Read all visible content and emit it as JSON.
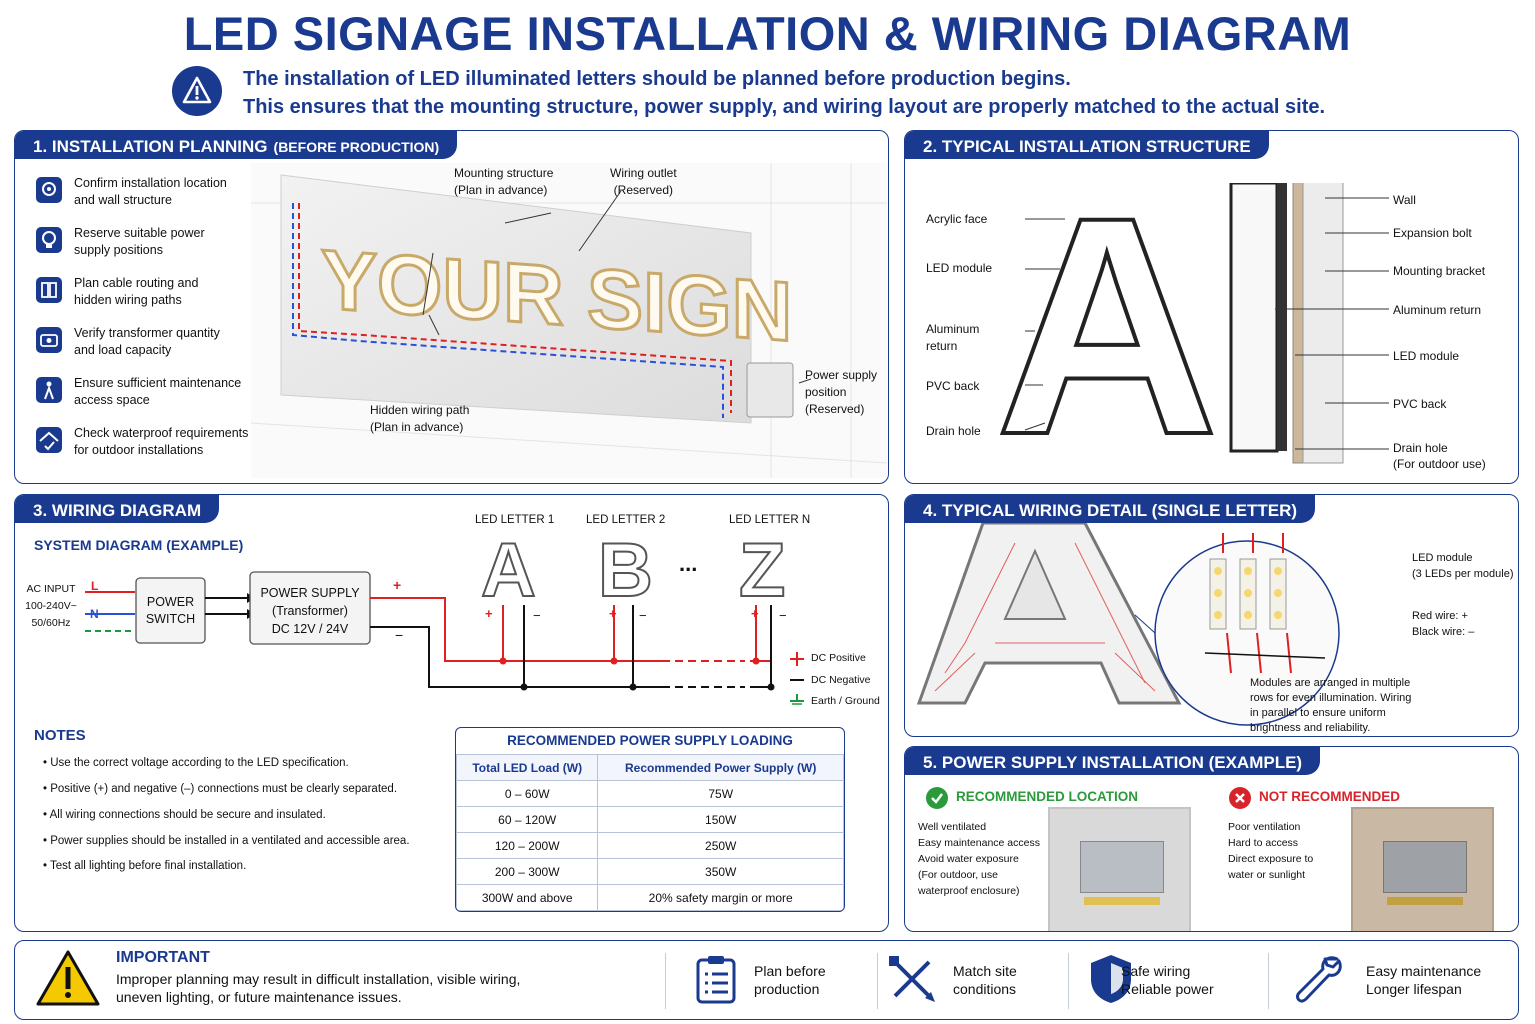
{
  "title": "LED SIGNAGE INSTALLATION & WIRING DIAGRAM",
  "intro": {
    "line1": "The installation of LED illuminated letters should be planned before production begins.",
    "line2": "This ensures that the mounting structure, power supply, and wiring layout are properly matched to the actual site.",
    "icon": "warning-icon"
  },
  "section1": {
    "title": "1. INSTALLATION PLANNING",
    "subtitle": "(BEFORE PRODUCTION)",
    "items": [
      {
        "line1": "Confirm installation location",
        "line2": "and wall structure",
        "icon": "location-icon"
      },
      {
        "line1": "Reserve suitable power",
        "line2": "supply positions",
        "icon": "bulb-icon"
      },
      {
        "line1": "Plan cable routing and",
        "line2": "hidden wiring paths",
        "icon": "cable-icon"
      },
      {
        "line1": "Verify transformer quantity",
        "line2": "and load capacity",
        "icon": "transformer-icon"
      },
      {
        "line1": "Ensure sufficient maintenance",
        "line2": "access space",
        "icon": "person-icon"
      },
      {
        "line1": "Check waterproof requirements",
        "line2": "for outdoor installations",
        "icon": "waterproof-icon"
      }
    ],
    "sign_text": "YOUR SIGN",
    "labels": {
      "mounting": [
        "Mounting structure",
        "(Plan in advance)"
      ],
      "outlet": [
        "Wiring outlet",
        "(Reserved)"
      ],
      "hidden": [
        "Hidden wiring path",
        "(Plan in advance)"
      ],
      "power": [
        "Power supply",
        "position",
        "(Reserved)"
      ]
    }
  },
  "section2": {
    "title": "2. TYPICAL INSTALLATION STRUCTURE",
    "letter": "A",
    "left_labels": [
      "Acrylic face",
      "LED module",
      "Aluminum",
      "return",
      "PVC back",
      "Drain hole"
    ],
    "right_labels": [
      "Wall",
      "Expansion bolt",
      "Mounting bracket",
      "Aluminum return",
      "LED module",
      "PVC back",
      "Drain hole",
      "(For outdoor use)"
    ]
  },
  "section3": {
    "title": "3. WIRING DIAGRAM",
    "subtitle": "SYSTEM DIAGRAM (EXAMPLE)",
    "ac_input": [
      "AC INPUT",
      "100-240V~",
      "50/60Hz"
    ],
    "lines": {
      "l": "L",
      "n": "N"
    },
    "power_switch": [
      "POWER",
      "SWITCH"
    ],
    "power_supply": [
      "POWER SUPPLY",
      "(Transformer)",
      "DC 12V / 24V"
    ],
    "letters": [
      {
        "label": "LED LETTER 1",
        "char": "A"
      },
      {
        "label": "LED LETTER 2",
        "char": "B"
      },
      {
        "label": "LED LETTER N",
        "char": "Z"
      }
    ],
    "ellipsis": "...",
    "plus": "+",
    "minus": "−",
    "legend": [
      "DC Positive",
      "DC Negative",
      "Earth / Ground"
    ],
    "notes_title": "NOTES",
    "notes": [
      "Use the correct voltage according to the LED specification.",
      "Positive (+) and negative (–) connections must be clearly separated.",
      "All wiring connections should be secure and insulated.",
      "Power supplies should be installed in a ventilated and accessible area.",
      "Test all lighting before final installation."
    ],
    "table": {
      "title": "RECOMMENDED POWER SUPPLY LOADING",
      "headers": [
        "Total LED Load (W)",
        "Recommended Power Supply (W)"
      ],
      "rows": [
        [
          "0 – 60W",
          "75W"
        ],
        [
          "60 – 120W",
          "150W"
        ],
        [
          "120 – 200W",
          "250W"
        ],
        [
          "200 – 300W",
          "350W"
        ],
        [
          "300W and above",
          "20% safety margin or more"
        ]
      ]
    }
  },
  "section4": {
    "title": "4. TYPICAL WIRING DETAIL (SINGLE LETTER)",
    "letter": "A",
    "module_label": [
      "LED module",
      "(3 LEDs per module)"
    ],
    "wire_labels": [
      "Red wire: +",
      "Black wire: –"
    ],
    "description": [
      "Modules are arranged in multiple",
      "rows for even illumination. Wiring",
      "in parallel to ensure uniform",
      "brightness and reliability."
    ]
  },
  "section5": {
    "title": "5. POWER SUPPLY INSTALLATION (EXAMPLE)",
    "good": {
      "title": "RECOMMENDED LOCATION",
      "items": [
        "Well ventilated",
        "Easy maintenance access",
        "Avoid water exposure",
        "(For outdoor, use",
        "waterproof enclosure)"
      ]
    },
    "bad": {
      "title": "NOT RECOMMENDED",
      "items": [
        "Poor ventilation",
        "Hard to access",
        "Direct exposure to",
        "water or sunlight"
      ]
    }
  },
  "important": {
    "title": "IMPORTANT",
    "line1": "Improper planning may result in difficult installation, visible wiring,",
    "line2": "uneven lighting, or future maintenance issues.",
    "features": [
      {
        "line1": "Plan before",
        "line2": "production",
        "icon": "clipboard-icon"
      },
      {
        "line1": "Match site",
        "line2": "conditions",
        "icon": "ruler-pencil-icon"
      },
      {
        "line1": "Safe wiring",
        "line2": "Reliable power",
        "icon": "shield-icon"
      },
      {
        "line1": "Easy maintenance",
        "line2": "Longer lifespan",
        "icon": "wrench-icon"
      }
    ]
  },
  "colors": {
    "brand": "#1a3a8f",
    "positive": "#e02020",
    "negative": "#111111",
    "ground": "#1a9a3a",
    "good": "#2a9a3a",
    "bad": "#d8232a"
  }
}
